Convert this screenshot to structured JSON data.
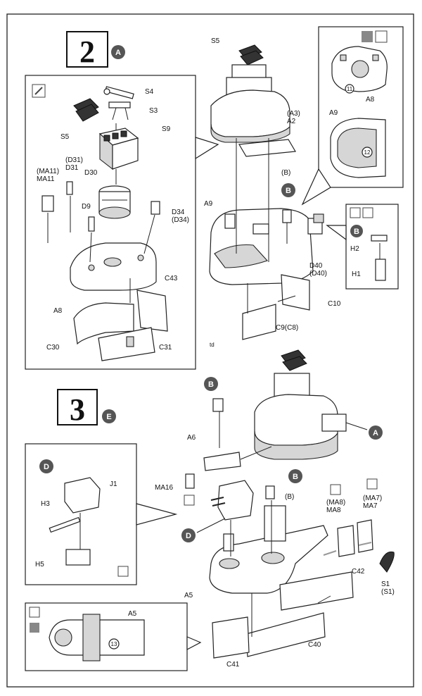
{
  "step2": {
    "number": "2",
    "badge": "A",
    "labels": {
      "s5_main": "S5",
      "a3_a2": "(A3)\nA2",
      "a9_main": "A9",
      "b_paren": "(B)",
      "b_main": "B",
      "d40": "D40\n(D40)",
      "c10": "C10",
      "c9c8": "C9(C8)"
    },
    "inset_left": {
      "s4": "S4",
      "s3": "S3",
      "s5": "S5",
      "s9": "S9",
      "ma11": "(MA11)\nMA11",
      "d31": "(D31)\nD31",
      "d30": "D30",
      "d9": "D9",
      "d34": "D34\n(D34)",
      "a8": "A8",
      "c43": "C43",
      "c30": "C30",
      "c31": "C31"
    },
    "inset_top_right": {
      "a8": "A8",
      "a9": "A9",
      "n11": "11",
      "n12": "12"
    },
    "inset_right": {
      "badge": "B",
      "h2": "H2",
      "h1": "H1"
    },
    "mark": "td"
  },
  "step3": {
    "number": "3",
    "badge": "E",
    "labels": {
      "b1": "B",
      "a6": "A6",
      "ma16": "MA16",
      "a_badge": "A",
      "b2": "B",
      "b3": "(B)",
      "d_badge": "D",
      "a5": "A5",
      "ma8": "(MA8)\nMA8",
      "ma7": "(MA7)\nMA7",
      "c42": "C42",
      "s1": "S1\n(S1)",
      "c40": "C40",
      "c41": "C41"
    },
    "inset_left": {
      "d_badge": "D",
      "j1": "J1",
      "h3": "H3",
      "h5": "H5"
    },
    "inset_bottom": {
      "a5": "A5",
      "n13": "13"
    }
  }
}
